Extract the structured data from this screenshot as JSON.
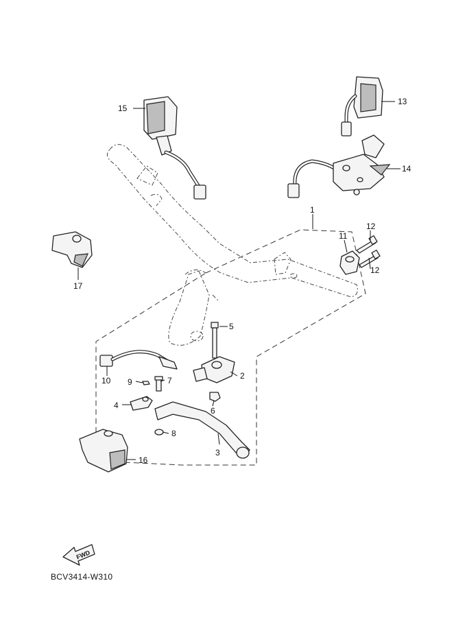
{
  "diagram": {
    "callouts": [
      {
        "id": "1",
        "label": "1"
      },
      {
        "id": "2",
        "label": "2"
      },
      {
        "id": "3",
        "label": "3"
      },
      {
        "id": "4",
        "label": "4"
      },
      {
        "id": "5",
        "label": "5"
      },
      {
        "id": "6",
        "label": "6"
      },
      {
        "id": "7",
        "label": "7"
      },
      {
        "id": "8",
        "label": "8"
      },
      {
        "id": "9",
        "label": "9"
      },
      {
        "id": "10",
        "label": "10"
      },
      {
        "id": "11",
        "label": "11"
      },
      {
        "id": "12a",
        "label": "12"
      },
      {
        "id": "12b",
        "label": "12"
      },
      {
        "id": "13",
        "label": "13"
      },
      {
        "id": "14",
        "label": "14"
      },
      {
        "id": "15",
        "label": "15"
      },
      {
        "id": "16",
        "label": "16"
      },
      {
        "id": "17",
        "label": "17"
      }
    ],
    "fwd_label": "FWD",
    "drawing_code": "BCV3414-W310"
  }
}
